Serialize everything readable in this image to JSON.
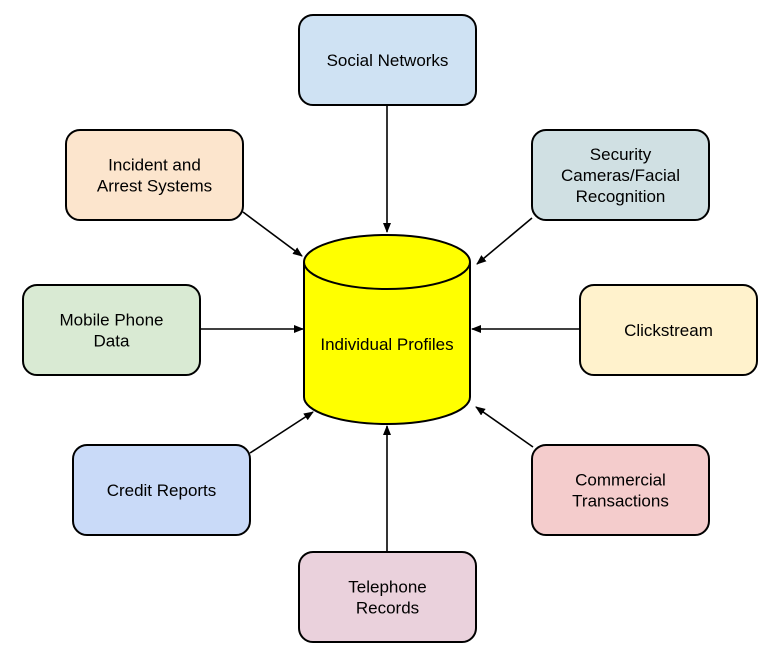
{
  "center": {
    "label": "Individual Profiles",
    "color": "#ffff00"
  },
  "sources": [
    {
      "id": "social-networks",
      "lines": [
        "Social Networks"
      ],
      "color": "#cfe2f3"
    },
    {
      "id": "incident-arrest",
      "lines": [
        "Incident and",
        "Arrest Systems"
      ],
      "color": "#fce5cd"
    },
    {
      "id": "security-cameras",
      "lines": [
        "Security",
        "Cameras/Facial",
        "Recognition"
      ],
      "color": "#d0e0e3"
    },
    {
      "id": "mobile-phone",
      "lines": [
        "Mobile Phone",
        "Data"
      ],
      "color": "#d9ead3"
    },
    {
      "id": "clickstream",
      "lines": [
        "Clickstream"
      ],
      "color": "#fff2cc"
    },
    {
      "id": "credit-reports",
      "lines": [
        "Credit Reports"
      ],
      "color": "#c9daf8"
    },
    {
      "id": "commercial-transactions",
      "lines": [
        "Commercial",
        "Transactions"
      ],
      "color": "#f4cccc"
    },
    {
      "id": "telephone-records",
      "lines": [
        "Telephone",
        "Records"
      ],
      "color": "#ead1dc"
    }
  ]
}
